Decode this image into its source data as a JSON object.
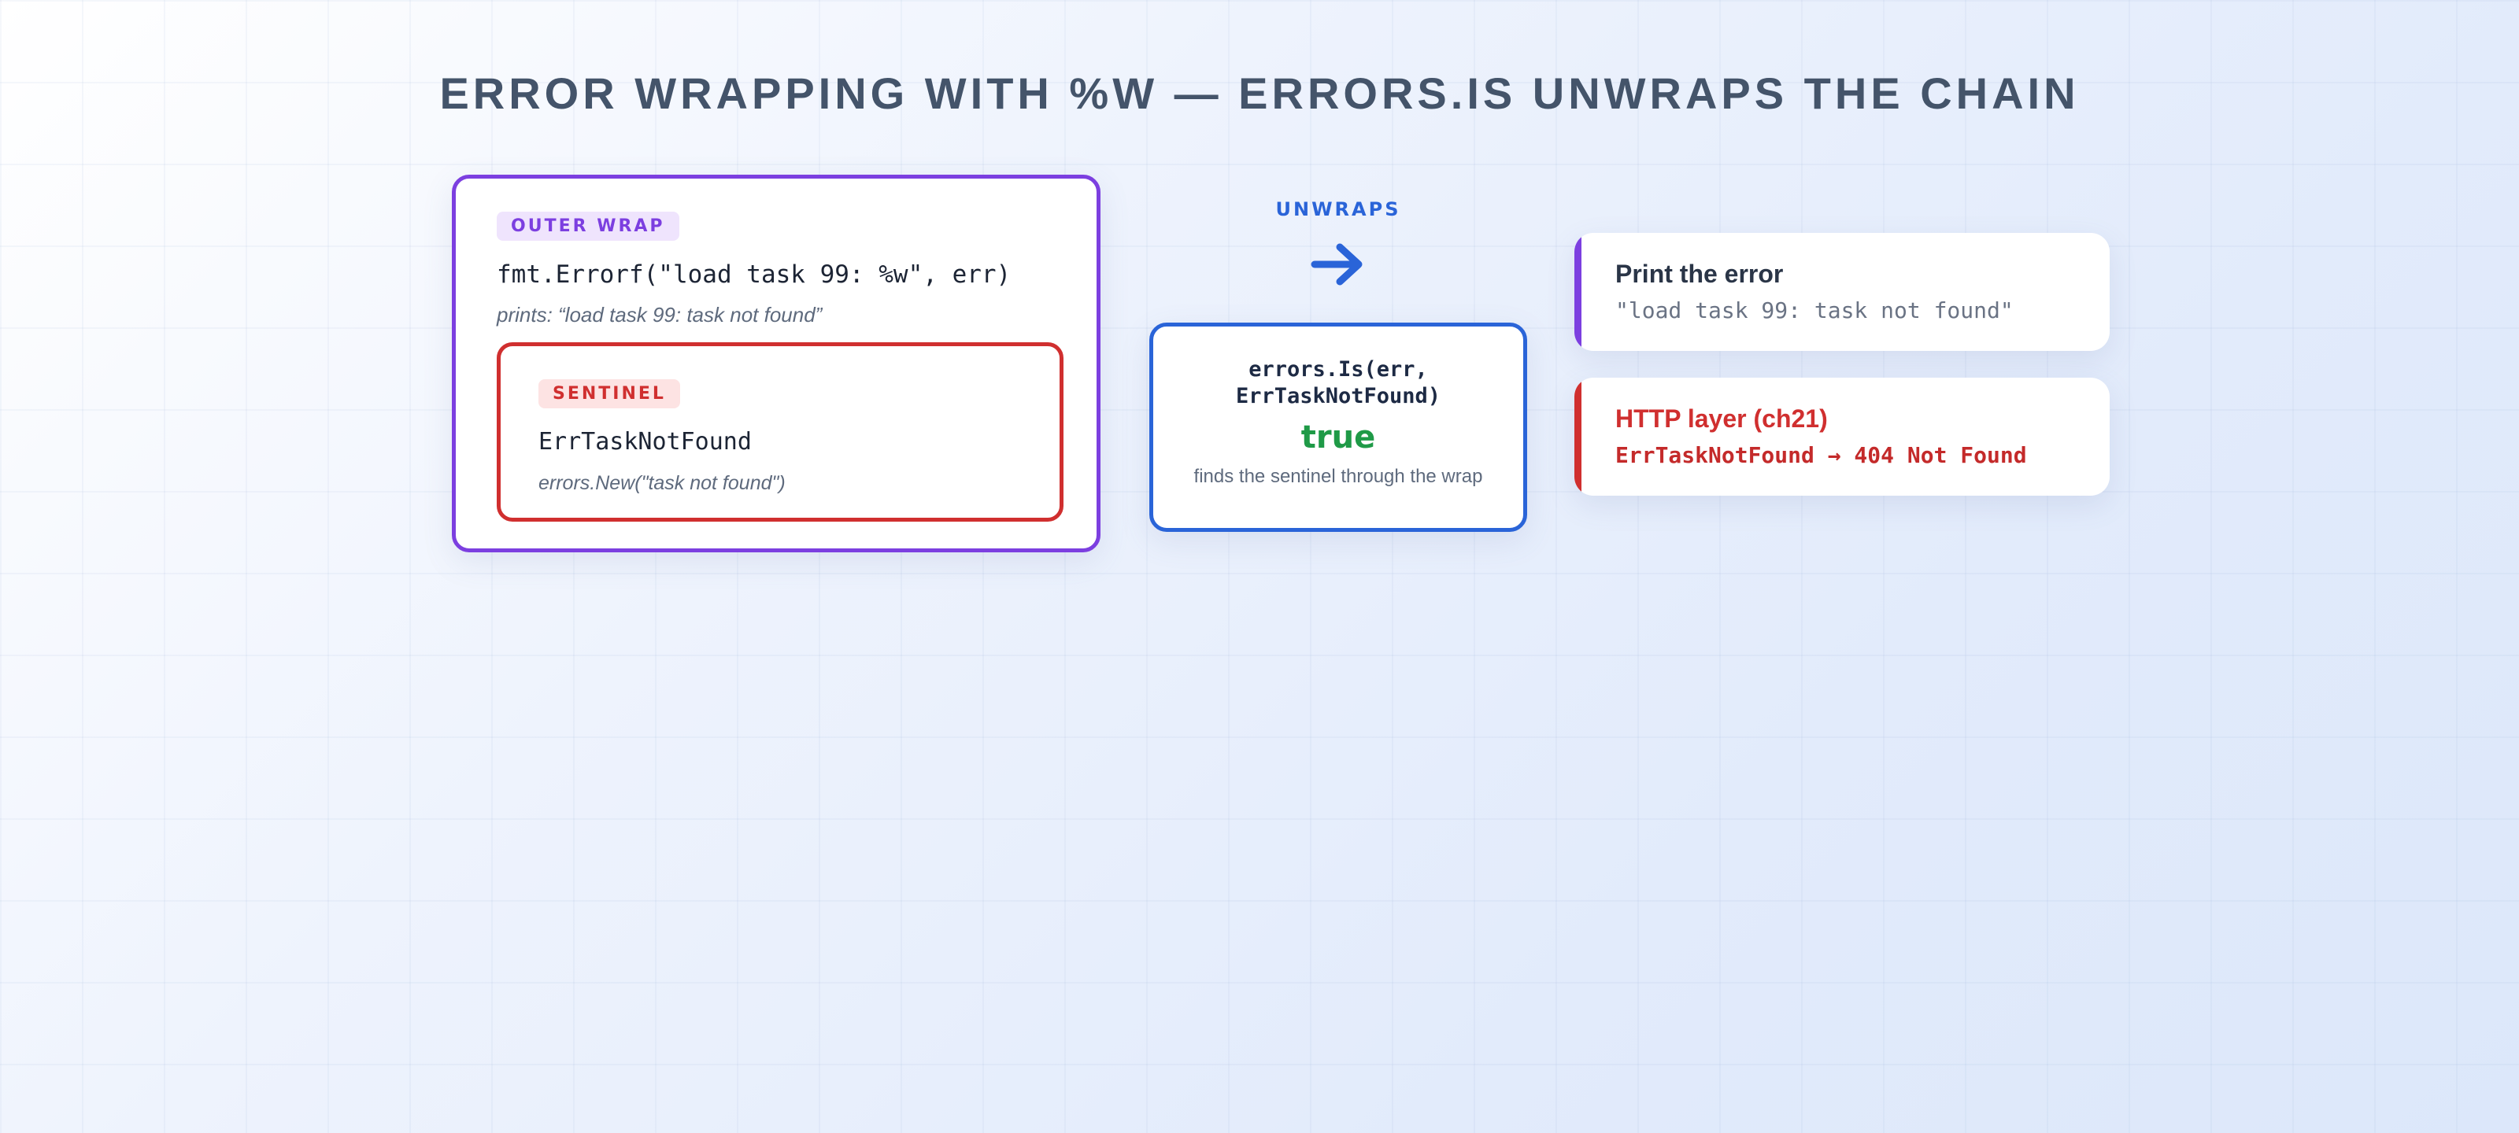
{
  "title": "ERROR WRAPPING WITH %W — ERRORS.IS UNWRAPS THE CHAIN",
  "outer_wrap": {
    "badge": "OUTER WRAP",
    "code": "fmt.Errorf(\"load task 99: %w\", err)",
    "prints": "prints: “load task 99: task not found”"
  },
  "sentinel": {
    "badge": "SENTINEL",
    "name": "ErrTaskNotFound",
    "code": "errors.New(\"task not found\")"
  },
  "unwraps": {
    "label": "UNWRAPS",
    "arrow_icon": "arrow-right-icon"
  },
  "errors_is": {
    "code_line1": "errors.Is(err,",
    "code_line2": "ErrTaskNotFound)",
    "result": "true",
    "description": "finds the sentinel through the wrap"
  },
  "cards": {
    "print": {
      "title": "Print the error",
      "detail": "\"load task 99: task not found\""
    },
    "http": {
      "title": "HTTP layer (ch21)",
      "detail": "ErrTaskNotFound → 404 Not Found"
    }
  },
  "colors": {
    "outer_wrap": "#7c3fe0",
    "sentinel": "#d02f2f",
    "errors_is": "#2a64d8",
    "true": "#1f9a47",
    "title": "#44546a"
  }
}
